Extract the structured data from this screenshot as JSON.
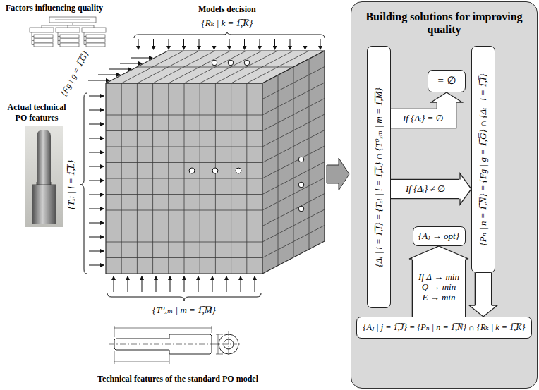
{
  "diagram": {
    "nodes": [
      {
        "text": [
          "Building solutions for improving quality"
        ]
      },
      {
        "text": [
          "{Δᵢ | i = 1̅,̅I̅} = {Tₓₗ | l = 1̅,̅L̅} ∩ {T⁰ₓₘ | m = 1̅,̅M̅}"
        ],
        "in": 0
      },
      {
        "text": [
          "= ∅"
        ],
        "in": 0
      },
      {
        "text": [
          "{Pₙ | n = 1̅,̅N̅} = {Fg | g = 1̅,̅G̅} ∩ {Δᵢ | i = 1̅,̅I̅}"
        ],
        "in": 0
      },
      {
        "text": [
          "{Aⱼ | j = 1̅,̅J̅} = {Pₙ | n = 1̅,̅N̅} ∩ {Rₖ | k = 1̅,̅K̅}"
        ],
        "in": 0
      },
      {
        "text": [
          "{Aⱼ → opt}"
        ],
        "in": 0
      }
    ],
    "edges": [
      {
        "from": 1,
        "to": 2,
        "arrow": "to",
        "label": "If {Δᵢ} = ∅"
      },
      {
        "from": 1,
        "to": 3,
        "arrow": "to",
        "label": "If {Δᵢ} ≠ ∅"
      },
      {
        "from": 3,
        "to": 4,
        "arrow": "to"
      },
      {
        "from": 4,
        "to": 5,
        "arrow": "to",
        "label": "If Δ → min Q → min E → min"
      }
    ],
    "labels": [
      "Factors influencing quality",
      "Models decision",
      "{Rₖ | k = 1̅,̅K̅}",
      "{Fg | g = 1̅,̅G̅}",
      "Actual technical PO features",
      "{Tₓₗ | l = 1̅,̅L̅}",
      "{T⁰ₓₘ | m = 1̅,̅M̅}",
      "Technical features of the standard PO model"
    ]
  }
}
